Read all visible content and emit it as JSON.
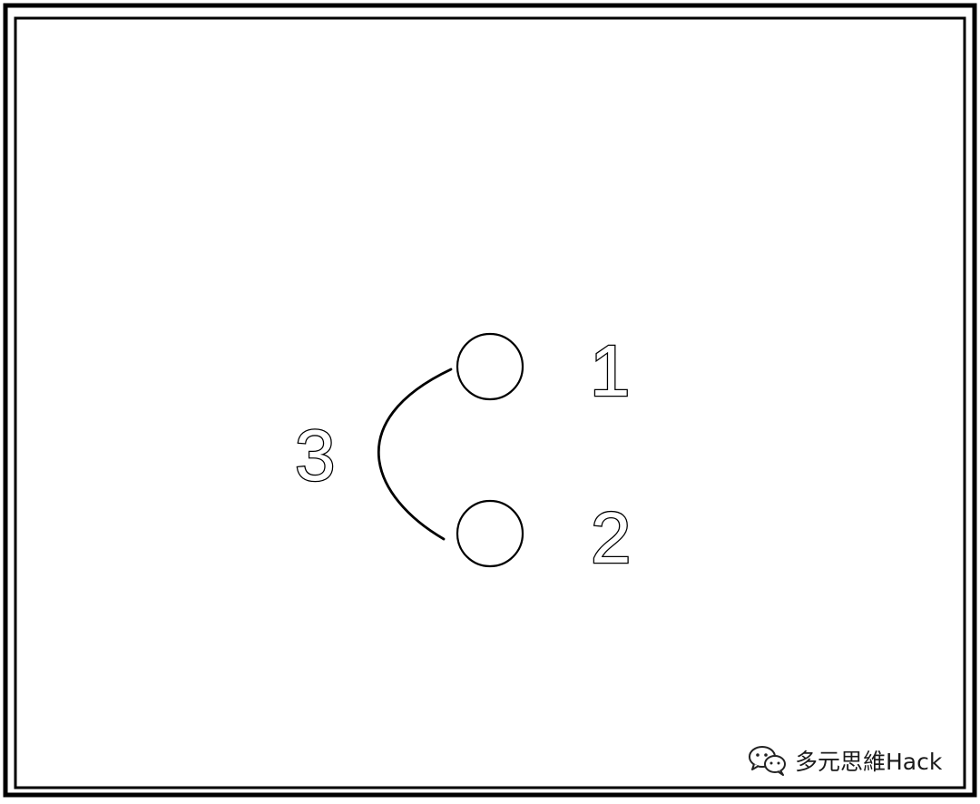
{
  "diagram": {
    "nodes": [
      {
        "id": "1",
        "label": "1"
      },
      {
        "id": "2",
        "label": "2"
      }
    ],
    "connector": {
      "label": "3",
      "connects": [
        "1",
        "2"
      ],
      "style": "arc"
    },
    "colors": {
      "line": "#000000",
      "background": "#ffffff"
    }
  },
  "watermark": {
    "icon": "wechat-icon",
    "text": "多元思維Hack"
  }
}
